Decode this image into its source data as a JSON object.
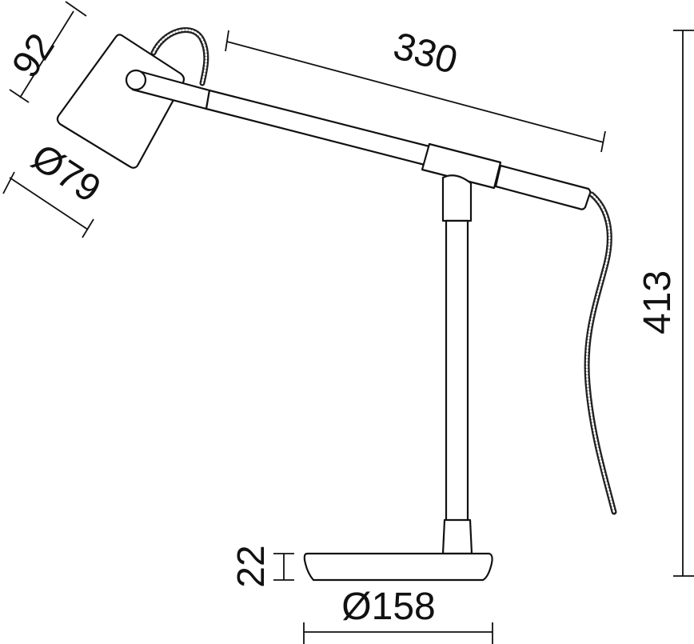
{
  "drawing": {
    "title": "Desk lamp dimension drawing",
    "units": "mm",
    "colors": {
      "line": "#111111",
      "background": "#ffffff"
    }
  },
  "dimensions": {
    "head_depth": {
      "label": "92"
    },
    "head_diameter": {
      "label": "Ø79"
    },
    "arm_length": {
      "label": "330"
    },
    "total_height": {
      "label": "413"
    },
    "base_height": {
      "label": "22"
    },
    "base_diameter": {
      "label": "Ø158"
    }
  }
}
